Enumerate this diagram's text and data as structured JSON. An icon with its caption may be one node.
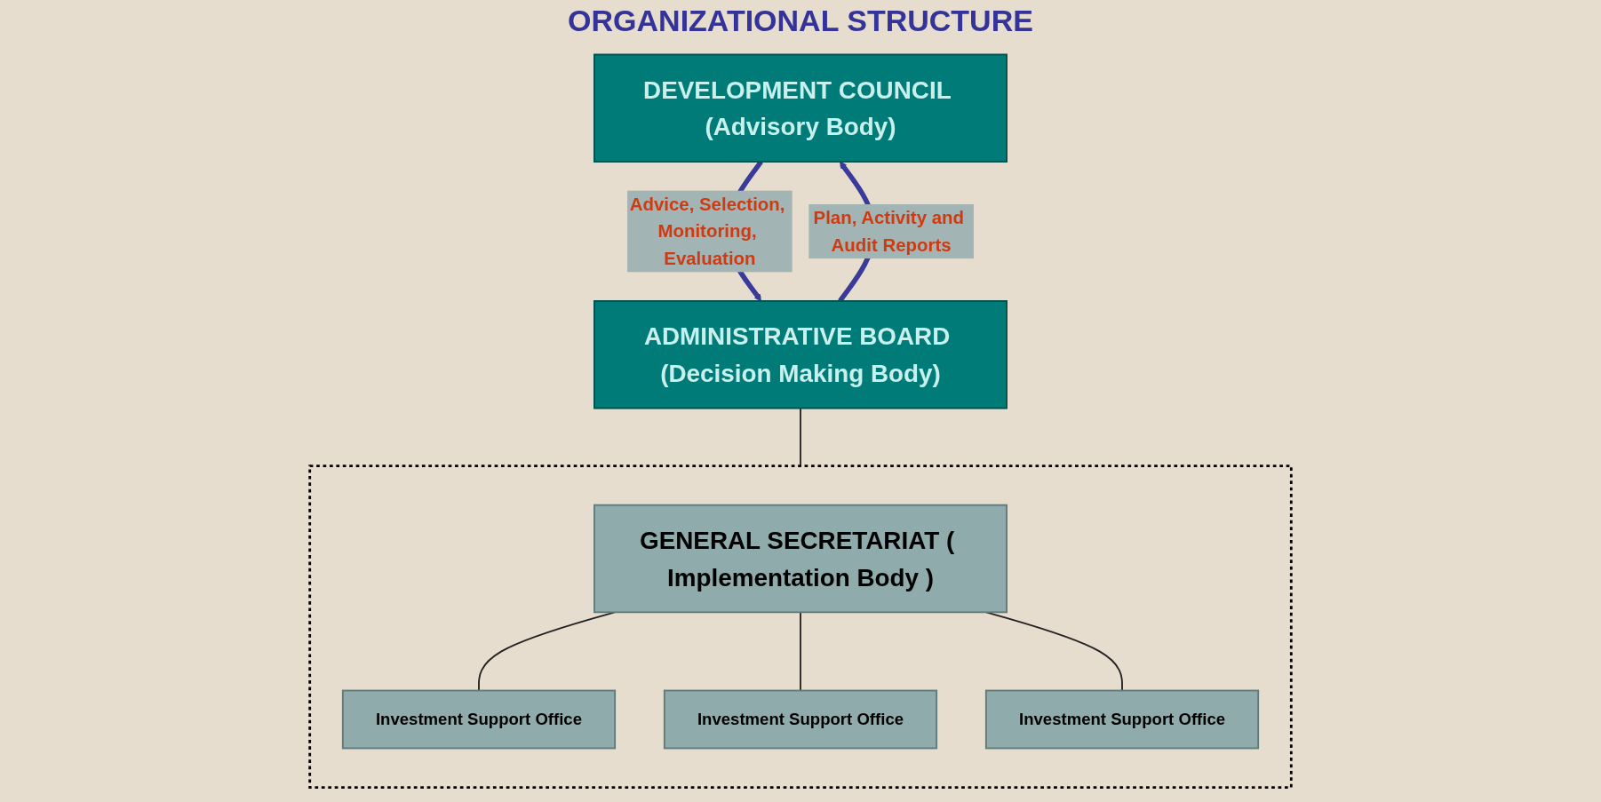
{
  "diagram": {
    "title": "ORGANIZATIONAL STRUCTURE",
    "nodes": [
      {
        "text": [
          "DEVELOPMENT COUNCIL (Advisory Body)"
        ]
      },
      {
        "text": [
          "ADMINISTRATIVE BOARD (Decision Making Body)"
        ]
      },
      {
        "text": [],
        "shape": "box"
      },
      {
        "text": [
          "GENERAL SECRETARIAT ( Implementation Body )"
        ],
        "in": 2
      },
      {
        "text": [
          "Investment Support Office"
        ],
        "in": 2
      },
      {
        "text": [
          "Investment Support Office"
        ],
        "in": 2
      },
      {
        "text": [
          "Investment Support Office"
        ],
        "in": 2
      }
    ],
    "edges": [
      {
        "from": 0,
        "to": 1,
        "arrow": "to",
        "label": "Advice, Selection, Monitoring, Evaluation",
        "style": "thick",
        "color": "#3a3a9a"
      },
      {
        "from": 1,
        "to": 0,
        "arrow": "to",
        "label": "Plan, Activity and Audit Reports",
        "style": "thick",
        "color": "#3a3a9a"
      },
      {
        "from": 1,
        "to": 2,
        "arrow": "none"
      },
      {
        "from": 3,
        "to": 4,
        "arrow": "none"
      },
      {
        "from": 3,
        "to": 5,
        "arrow": "none"
      },
      {
        "from": 3,
        "to": 6,
        "arrow": "none"
      }
    ]
  }
}
